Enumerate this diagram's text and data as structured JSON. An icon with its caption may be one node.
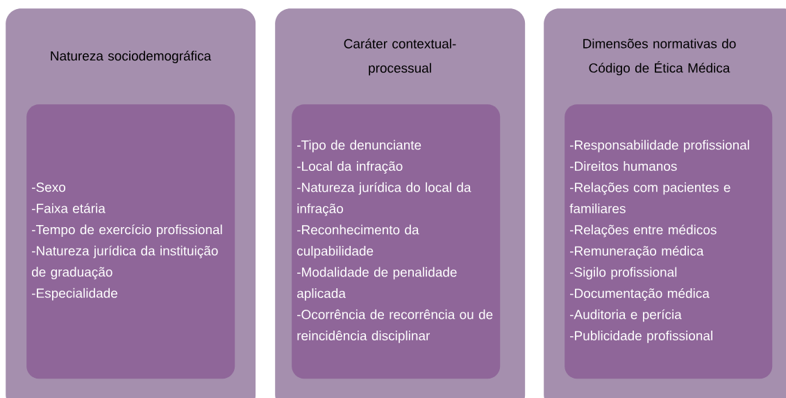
{
  "diagram": {
    "nodes": [
      {
        "text": [
          "Natureza sociodemográfica"
        ]
      },
      {
        "text": [
          "-Sexo",
          "-Faixa etária",
          "-Tempo de exercício profissional",
          "-Natureza jurídica da instituição de graduação",
          "-Especialidade"
        ],
        "in": 0
      },
      {
        "text": [
          "Caráter contextual-processual"
        ]
      },
      {
        "text": [
          "-Tipo de denunciante",
          "-Local da infração",
          "-Natureza jurídica do local da infração",
          "-Reconhecimento da culpabilidade",
          "-Modalidade de penalidade aplicada",
          "-Ocorrência de recorrência ou de reincidência disciplinar"
        ],
        "in": 2
      },
      {
        "text": [
          "Dimensões normativas do Código de Ética Médica"
        ]
      },
      {
        "text": [
          "-Responsabilidade profissional",
          "-Direitos humanos",
          "-Relações com pacientes e familiares",
          "-Relações entre médicos",
          "-Remuneração médica",
          "-Sigilo profissional",
          "-Documentação médica",
          "-Auditoria e perícia",
          "-Publicidade profissional"
        ],
        "in": 4
      }
    ]
  }
}
